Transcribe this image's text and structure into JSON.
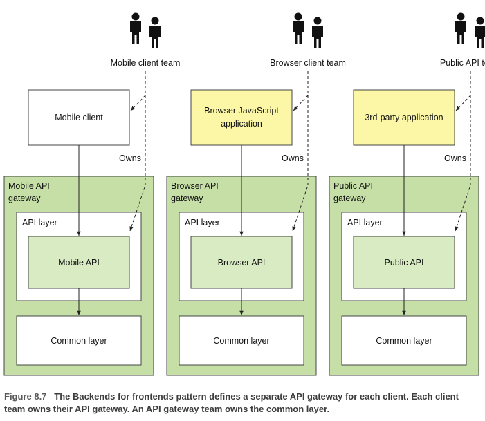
{
  "columns": [
    {
      "team": "Mobile client team",
      "client": [
        "Mobile client"
      ],
      "client_fill": "#ffffff",
      "owns": "Owns",
      "gateway": [
        "Mobile API",
        "gateway"
      ],
      "api_layer": "API layer",
      "api": "Mobile API",
      "common": "Common layer"
    },
    {
      "team": "Browser client team",
      "client": [
        "Browser JavaScript",
        "application"
      ],
      "client_fill": "#fbf7a6",
      "owns": "Owns",
      "gateway": [
        "Browser API",
        "gateway"
      ],
      "api_layer": "API layer",
      "api": "Browser API",
      "common": "Common layer"
    },
    {
      "team": "Public API team",
      "client": [
        "3rd-party application"
      ],
      "client_fill": "#fbf7a6",
      "owns": "Owns",
      "gateway": [
        "Public API",
        "gateway"
      ],
      "api_layer": "API layer",
      "api": "Public API",
      "common": "Common layer"
    }
  ],
  "caption": {
    "figure": "Figure 8.7",
    "text": "The Backends for frontends pattern defines a separate API gateway for each client. Each client team owns their API gateway. An API gateway team owns the common layer."
  },
  "colors": {
    "gateway_fill": "#c5dfa7",
    "api_fill": "#d8ebc3",
    "border": "#444444"
  }
}
